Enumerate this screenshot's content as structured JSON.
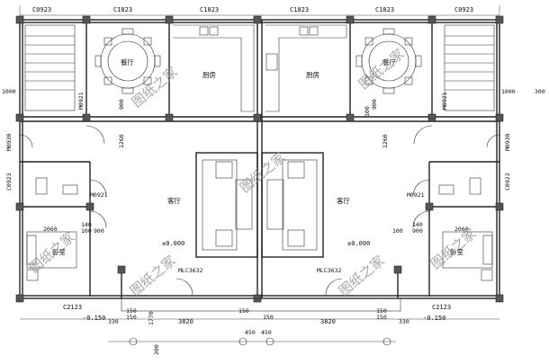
{
  "windows_top": [
    "C0923",
    "C1823",
    "C1823",
    "C1823",
    "C1823",
    "C0923"
  ],
  "windows_bottom": [
    "C2123",
    "C2123"
  ],
  "windows_side": [
    "C0923",
    "C0923"
  ],
  "rooms": {
    "dining_left": "餐厅",
    "dining_right": "餐厅",
    "kitchen_left": "厨房",
    "kitchen_right": "厨房",
    "living_left": "客厅",
    "living_right": "客厅",
    "bedroom_left": "卧室",
    "bedroom_right": "卧室"
  },
  "doors": {
    "m0921_a": "M0921",
    "m0921_b": "M0921",
    "m0921_c": "M0921",
    "m0921_d": "M0921",
    "m0930_left": "M0930",
    "m0930_right": "M0930",
    "mlc_left": "MLC3632",
    "mlc_right": "MLC3632"
  },
  "levels": {
    "floor_left": "±0.000",
    "floor_right": "±0.000",
    "outside_left": "-0.150",
    "outside_right": "-0.150"
  },
  "dims": {
    "d1000_left": "1000",
    "d1000_right": "1000",
    "d300_right": "300",
    "d900_left": "900",
    "d900_right": "900",
    "d100_right": "100",
    "d1260_left": "1260",
    "d1260_right": "1260",
    "d2060_left": "2060",
    "d2060_right": "2060",
    "d900_bl": "900",
    "d140_bl": "140",
    "d100_bl": "100",
    "d100_br": "100",
    "d900_br": "900",
    "d140_br": "140",
    "d150_a": "150",
    "d150_b": "150",
    "d150_c": "150",
    "d150_d": "150",
    "d150_e": "150",
    "d150_f": "150",
    "d1770": "1770",
    "d3820_left": "3820",
    "d3820_right": "3820",
    "d330_left": "330",
    "d330_right": "330",
    "d200": "200",
    "d450_a": "450",
    "d450_b": "450"
  },
  "watermark": [
    "图纸之家",
    "图纸之家",
    "图纸之家",
    "图纸之家",
    "图纸之家",
    "图纸之家",
    "图纸之家"
  ]
}
